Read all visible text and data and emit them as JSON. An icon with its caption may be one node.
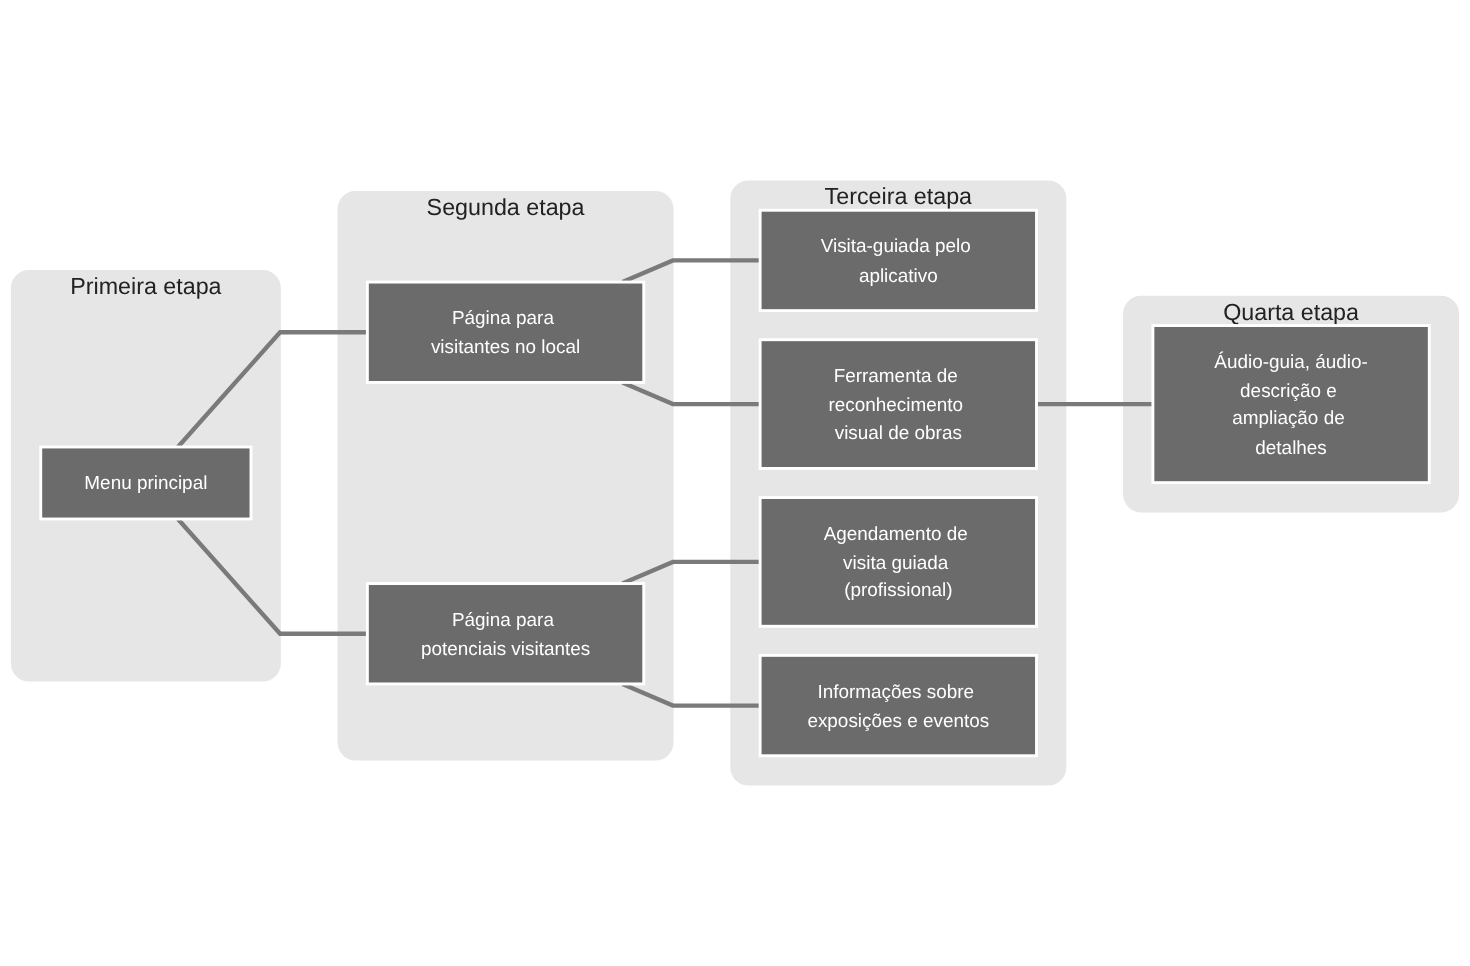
{
  "diagram": {
    "nodes": [
      {
        "text": [
          "Primeira etapa"
        ]
      },
      {
        "text": [
          "Menu principal"
        ],
        "in": 0
      },
      {
        "text": [
          "Segunda etapa"
        ]
      },
      {
        "text": [
          "Página para visitantes no local"
        ],
        "in": 2
      },
      {
        "text": [
          "Página para potenciais visitantes"
        ],
        "in": 2
      },
      {
        "text": [
          "Terceira etapa"
        ]
      },
      {
        "text": [
          "Visita-guiada pelo aplicativo"
        ],
        "in": 5
      },
      {
        "text": [
          "Ferramenta de reconhecimento visual de obras"
        ],
        "in": 5
      },
      {
        "text": [
          "Agendamento de visita guiada (profissional)"
        ],
        "in": 5
      },
      {
        "text": [
          "Informações sobre exposições e eventos"
        ],
        "in": 5
      },
      {
        "text": [
          "Quarta etapa"
        ]
      },
      {
        "text": [
          "Áudio-guia, áudio-descrição e ampliação de detalhes"
        ],
        "in": 10
      }
    ],
    "edges": [
      {
        "from": 1,
        "to": 3,
        "arrow": "none"
      },
      {
        "from": 1,
        "to": 4,
        "arrow": "none"
      },
      {
        "from": 3,
        "to": 6,
        "arrow": "none"
      },
      {
        "from": 3,
        "to": 7,
        "arrow": "none"
      },
      {
        "from": 4,
        "to": 8,
        "arrow": "none"
      },
      {
        "from": 4,
        "to": 9,
        "arrow": "none"
      },
      {
        "from": 7,
        "to": 11,
        "arrow": "none"
      }
    ]
  }
}
